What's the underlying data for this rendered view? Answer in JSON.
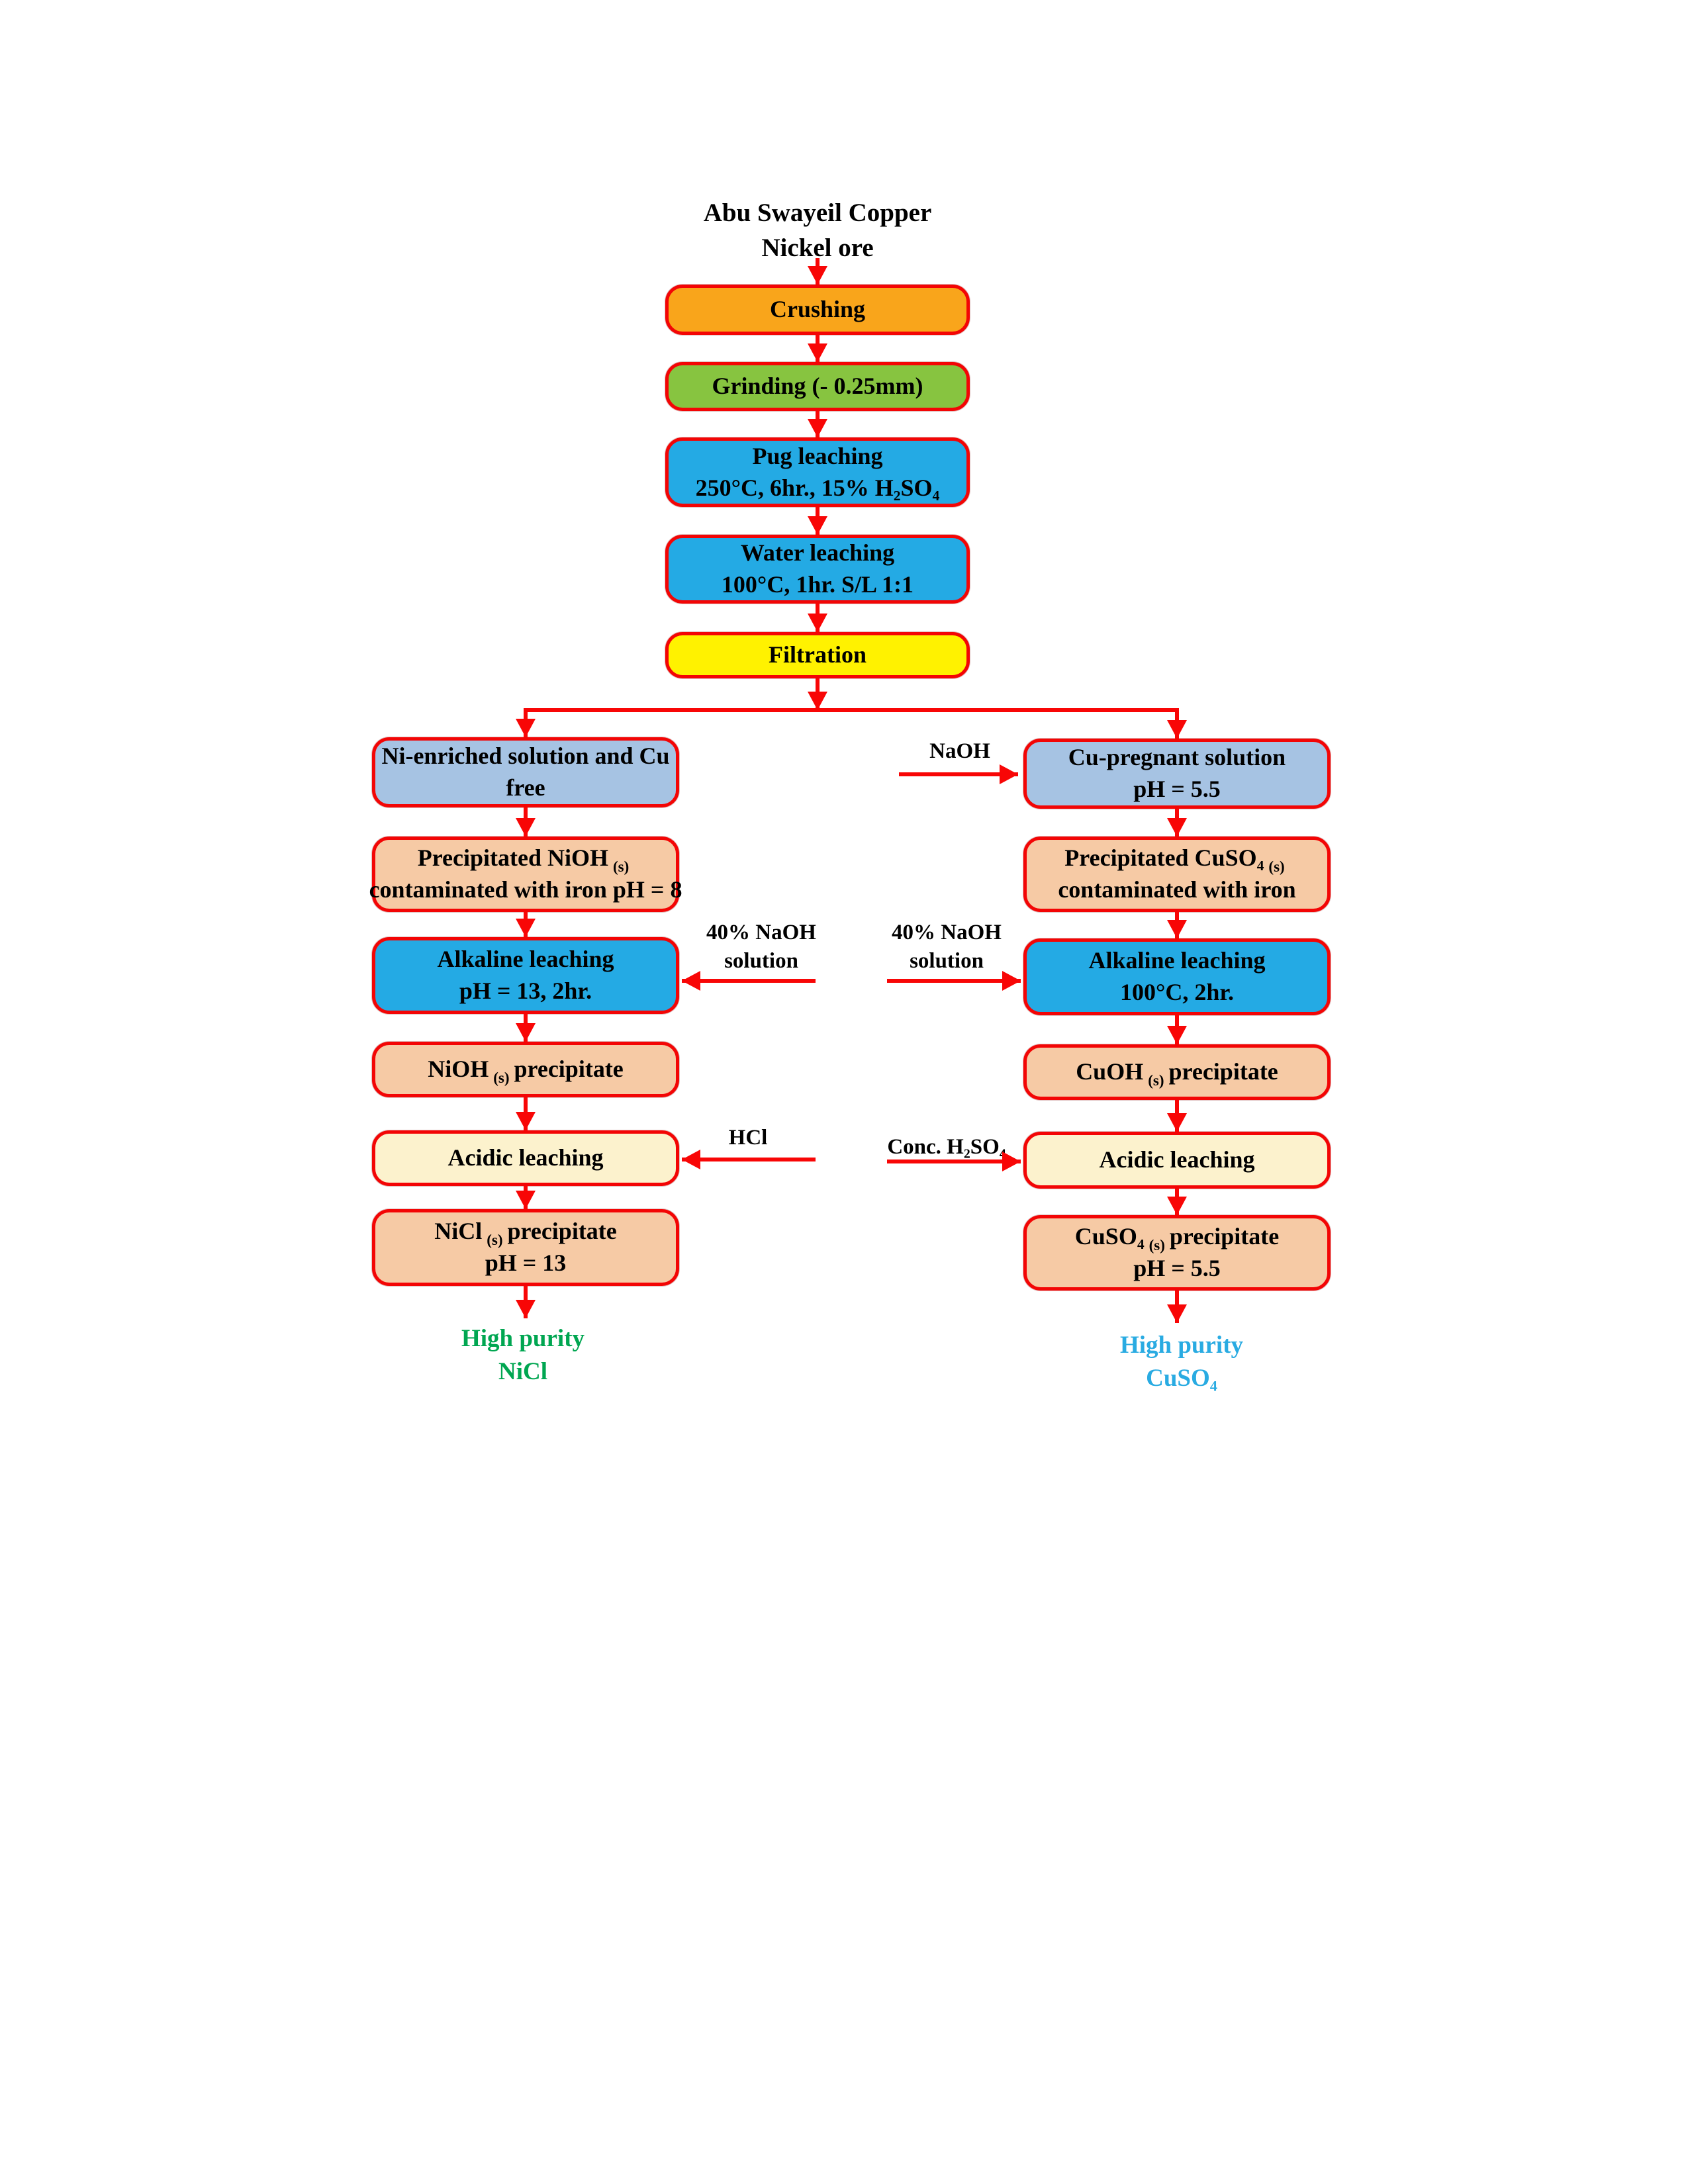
{
  "title": {
    "line1": "Abu Swayeil Copper",
    "line2": "Nickel ore"
  },
  "process": {
    "crushing": "Crushing",
    "grinding": "Grinding (- 0.25mm)",
    "pug_leaching": {
      "l1": "Pug leaching",
      "l2": "250°C, 6hr., 15% H₂SO₄"
    },
    "water_leaching": {
      "l1": "Water leaching",
      "l2": "100°C, 1hr. S/L 1:1"
    },
    "filtration": "Filtration"
  },
  "nickel_branch": {
    "solution": {
      "l1": "Ni-enriched solution and Cu",
      "l2": "free"
    },
    "precipitated": {
      "l1a": "Precipitated NiOH",
      "l1b": "(s)",
      "l2": "contaminated with iron pH = 8"
    },
    "alkaline": {
      "l1": "Alkaline leaching",
      "l2": "pH = 13, 2hr."
    },
    "hydroxide": {
      "a": "NiOH",
      "sub": "(s)",
      "b": "precipitate"
    },
    "acidic": "Acidic leaching",
    "chloride": {
      "a": "NiCl",
      "sub": "(s)",
      "b": "precipitate",
      "l2": "pH = 13"
    },
    "output": {
      "l1": "High purity",
      "l2": "NiCl"
    }
  },
  "copper_branch": {
    "solution": {
      "l1": "Cu-pregnant solution",
      "l2": "pH = 5.5"
    },
    "precipitated": {
      "l1a": "Precipitated CuSO₄",
      "l1b": "(s)",
      "l2": "contaminated with iron"
    },
    "alkaline": {
      "l1": "Alkaline leaching",
      "l2": "100°C, 2hr."
    },
    "hydroxide": {
      "a": "CuOH",
      "sub": "(s)",
      "b": "precipitate"
    },
    "acidic": "Acidic leaching",
    "sulfate": {
      "a": "CuSO₄",
      "sub": "(s)",
      "b": "precipitate",
      "l2": "pH = 5.5"
    },
    "output": {
      "l1": "High purity",
      "l2": "CuSO₄"
    }
  },
  "reagents": {
    "naoh": "NaOH",
    "naoh40_left": {
      "l1": "40% NaOH",
      "l2": "solution"
    },
    "naoh40_right": {
      "l1": "40% NaOH",
      "l2": "solution"
    },
    "hcl": "HCl",
    "h2so4": "Conc. H₂SO₄"
  },
  "colors": {
    "border_red": "#f30505",
    "arrow_red": "#f80606",
    "crushing_orange": "#f9a51b",
    "grinding_green": "#87c440",
    "leach_blue": "#24aae4",
    "filtration_yellow": "#fff200",
    "solution_blue": "#a6c3e3",
    "precip_peach": "#f6caa5",
    "acidic_cream": "#fcf2cd",
    "output_green": "#00a651",
    "output_cyan": "#29abe2"
  }
}
